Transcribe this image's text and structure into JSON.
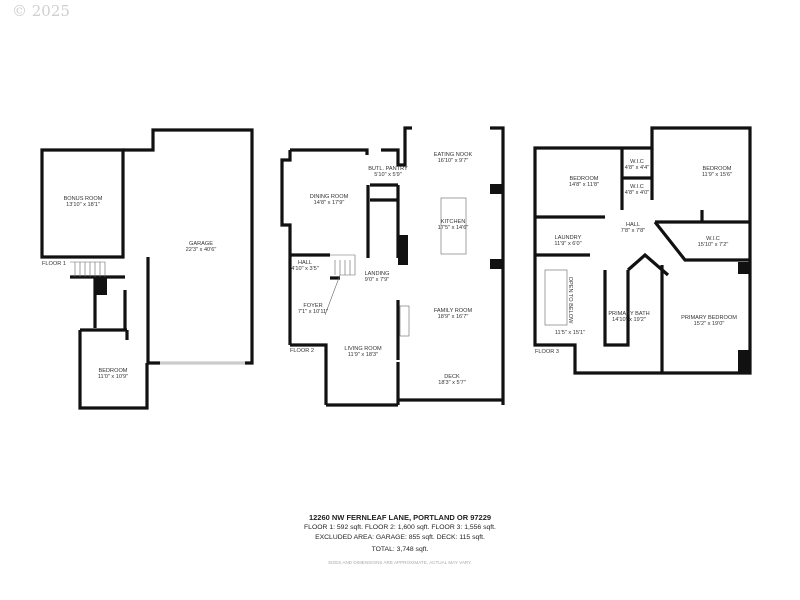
{
  "copyright": "© 2025",
  "floors": {
    "floor1": {
      "label": "FLOOR 1",
      "rooms": [
        {
          "name": "BONUS ROOM",
          "dims": "13'10\" x 18'1\""
        },
        {
          "name": "GARAGE",
          "dims": "22'3\" x 40'6\""
        },
        {
          "name": "BEDROOM",
          "dims": "11'0\" x 10'9\""
        }
      ]
    },
    "floor2": {
      "label": "FLOOR 2",
      "rooms": [
        {
          "name": "EATING NOOK",
          "dims": "16'10\" x 9'7\""
        },
        {
          "name": "BUTL. PANTRY",
          "dims": "5'10\" x 5'9\""
        },
        {
          "name": "DINING ROOM",
          "dims": "14'8\" x 17'9\""
        },
        {
          "name": "KITCHEN",
          "dims": "17'5\" x 14'6\""
        },
        {
          "name": "HALL",
          "dims": "4'10\" x 3'5\""
        },
        {
          "name": "LANDING",
          "dims": "9'0\" x 7'9\""
        },
        {
          "name": "FOYER",
          "dims": "7'1\" x 10'11\""
        },
        {
          "name": "FAMILY ROOM",
          "dims": "18'9\" x 16'7\""
        },
        {
          "name": "LIVING ROOM",
          "dims": "11'9\" x 18'3\""
        },
        {
          "name": "DECK",
          "dims": "18'3\" x 5'7\""
        }
      ]
    },
    "floor3": {
      "label": "FLOOR 3",
      "rooms": [
        {
          "name": "BEDROOM",
          "dims": "14'8\" x 11'8\""
        },
        {
          "name": "W.I.C",
          "dims": "4'8\" x 4'4\""
        },
        {
          "name": "W.I.C",
          "dims": "4'8\" x 4'0\""
        },
        {
          "name": "BEDROOM",
          "dims": "11'9\" x 15'6\""
        },
        {
          "name": "LAUNDRY",
          "dims": "11'9\" x 6'0\""
        },
        {
          "name": "HALL",
          "dims": "7'8\" x 7'8\""
        },
        {
          "name": "W.I.C",
          "dims": "15'10\" x 7'2\""
        },
        {
          "name": "OPEN TO BELOW",
          "dims": "11'5\" x 15'1\""
        },
        {
          "name": "PRIMARY BATH",
          "dims": "14'10\" x 19'2\""
        },
        {
          "name": "PRIMARY BEDROOM",
          "dims": "15'2\" x 19'0\""
        }
      ]
    }
  },
  "footer": {
    "address": "12260 NW FERNLEAF LANE, PORTLAND OR 97229",
    "floor_areas": "FLOOR 1: 592 sqft. FLOOR 2: 1,600 sqft. FLOOR 3: 1,556 sqft.",
    "excluded": "EXCLUDED AREA: GARAGE: 855 sqft. DECK: 115 sqft.",
    "total": "TOTAL: 3,748 sqft.",
    "disclaimer": "SIZES AND DIMENSIONS ARE APPROXIMATE, ACTUAL MAY VARY."
  }
}
